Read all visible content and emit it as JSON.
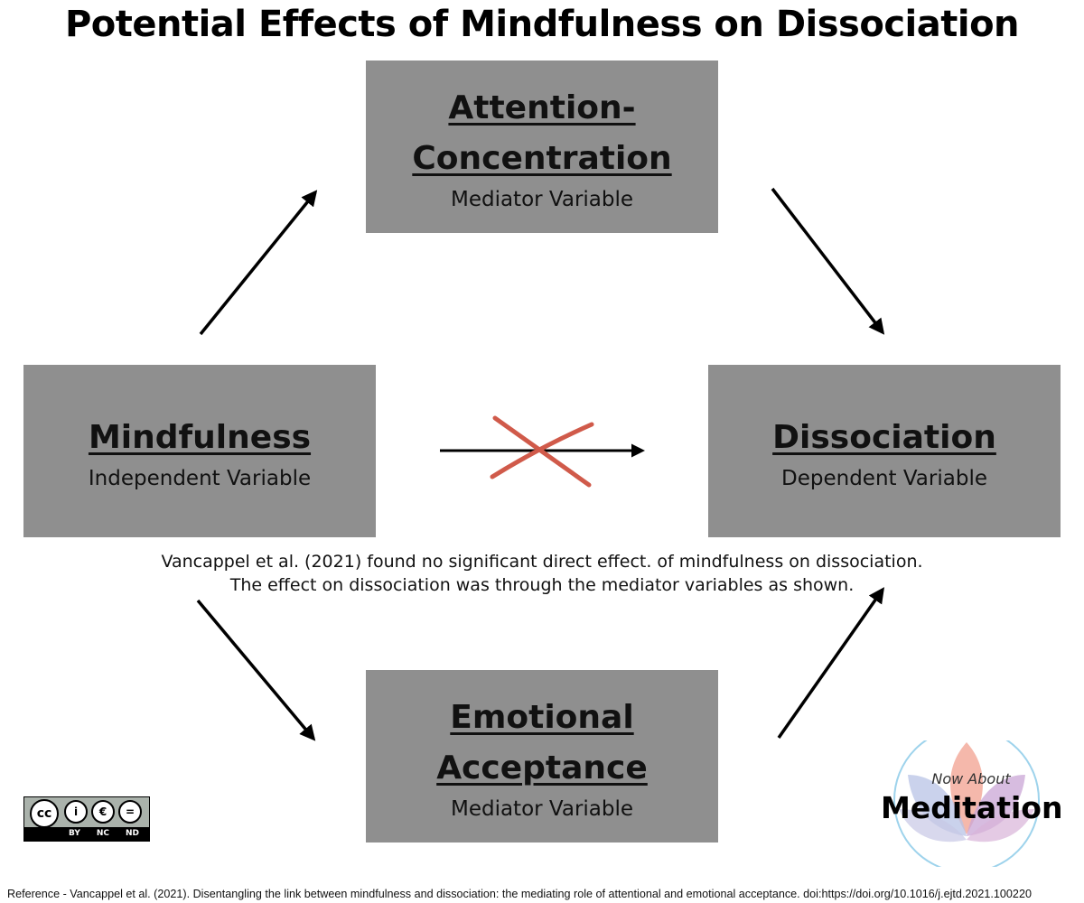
{
  "title": "Potential Effects of Mindfulness on Dissociation",
  "nodes": {
    "attention": {
      "title": "Attention-Concentration",
      "subtitle": "Mediator Variable"
    },
    "emotional": {
      "title": "Emotional Acceptance",
      "subtitle": "Mediator Variable"
    },
    "mindfulness": {
      "title": "Mindfulness",
      "subtitle": "Independent Variable"
    },
    "dissociation": {
      "title": "Dissociation",
      "subtitle": "Dependent Variable"
    }
  },
  "note": {
    "line1": "Vancappel et al. (2021) found no significant direct effect. of mindfulness on dissociation.",
    "line2": "The effect on dissociation was through the mediator variables as shown."
  },
  "reference": "Reference - Vancappel et al. (2021). Disentangling the link between mindfulness and dissociation: the mediating role of attentional and emotional acceptance. doi:https://doi.org/10.1016/j.ejtd.2021.100220",
  "license_badge": {
    "by": "BY",
    "nc": "NC",
    "nd": "ND"
  },
  "logo": {
    "small": "Now About",
    "big": "Meditation"
  },
  "colors": {
    "box": "#8f8f8f",
    "arrow": "#000000",
    "cross": "#d05a4a",
    "logo_ring": "#9ed3ec"
  }
}
